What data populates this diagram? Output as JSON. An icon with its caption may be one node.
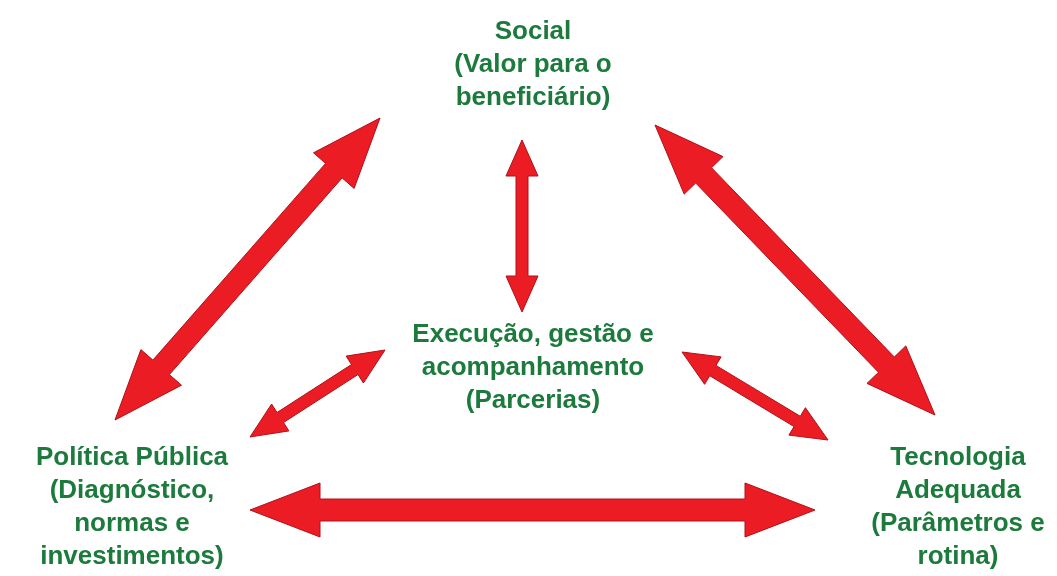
{
  "diagram": {
    "nodes": [
      {
        "text": [
          "Social",
          "(Valor para o beneficiário)"
        ]
      },
      {
        "text": [
          "Execução, gestão e acompanhamento",
          "(Parcerias)"
        ]
      },
      {
        "text": [
          "Política Pública",
          "(Diagnóstico, normas e investimentos)"
        ]
      },
      {
        "text": [
          "Tecnologia Adequada",
          "(Parâmetros e rotina)"
        ]
      }
    ],
    "edges": [
      {
        "from": 0,
        "to": 2,
        "arrow": "both",
        "style": "thick"
      },
      {
        "from": 0,
        "to": 3,
        "arrow": "both",
        "style": "thick"
      },
      {
        "from": 0,
        "to": 1,
        "arrow": "both"
      },
      {
        "from": 1,
        "to": 2,
        "arrow": "both"
      },
      {
        "from": 1,
        "to": 3,
        "arrow": "both"
      },
      {
        "from": 2,
        "to": 3,
        "arrow": "both",
        "style": "thick"
      }
    ]
  }
}
